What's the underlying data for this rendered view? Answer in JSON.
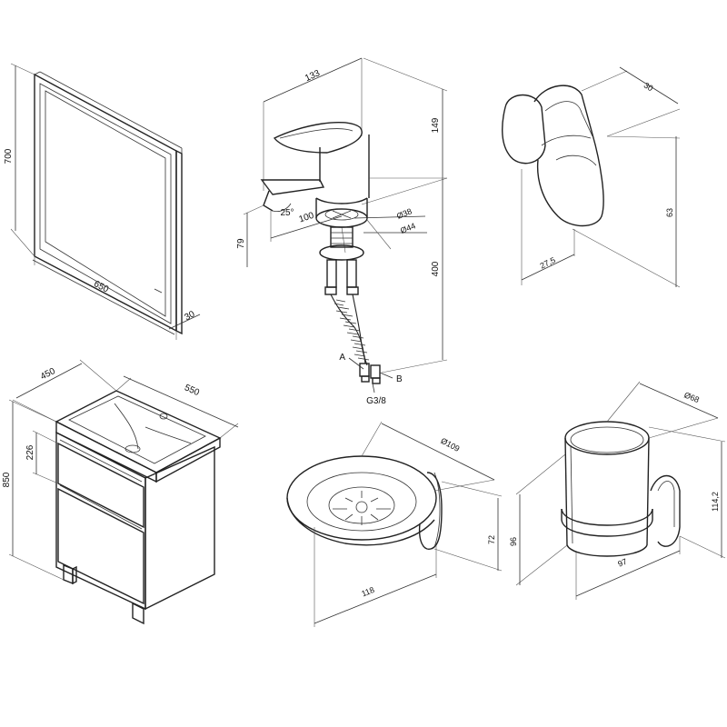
{
  "mirror": {
    "height": "700",
    "width": "650",
    "depth": "30"
  },
  "faucet": {
    "length": "133",
    "height": "149",
    "spout_angle": "25°",
    "spout_reach": "100",
    "base_diameter": "Ø38",
    "flange_diameter": "Ø44",
    "mount_height": "79",
    "hose_length": "400",
    "connection_a": "A",
    "connection_b": "B",
    "thread": "G3/8"
  },
  "hook": {
    "depth": "30",
    "height": "63",
    "width": "27,5"
  },
  "cabinet": {
    "depth": "450",
    "width": "550",
    "height": "850",
    "drawer_height": "226"
  },
  "soap_dish": {
    "diameter": "Ø109",
    "length": "118",
    "height": "72"
  },
  "tumbler": {
    "diameter": "Ø68",
    "height": "114,2",
    "body_height": "96",
    "depth": "97"
  }
}
